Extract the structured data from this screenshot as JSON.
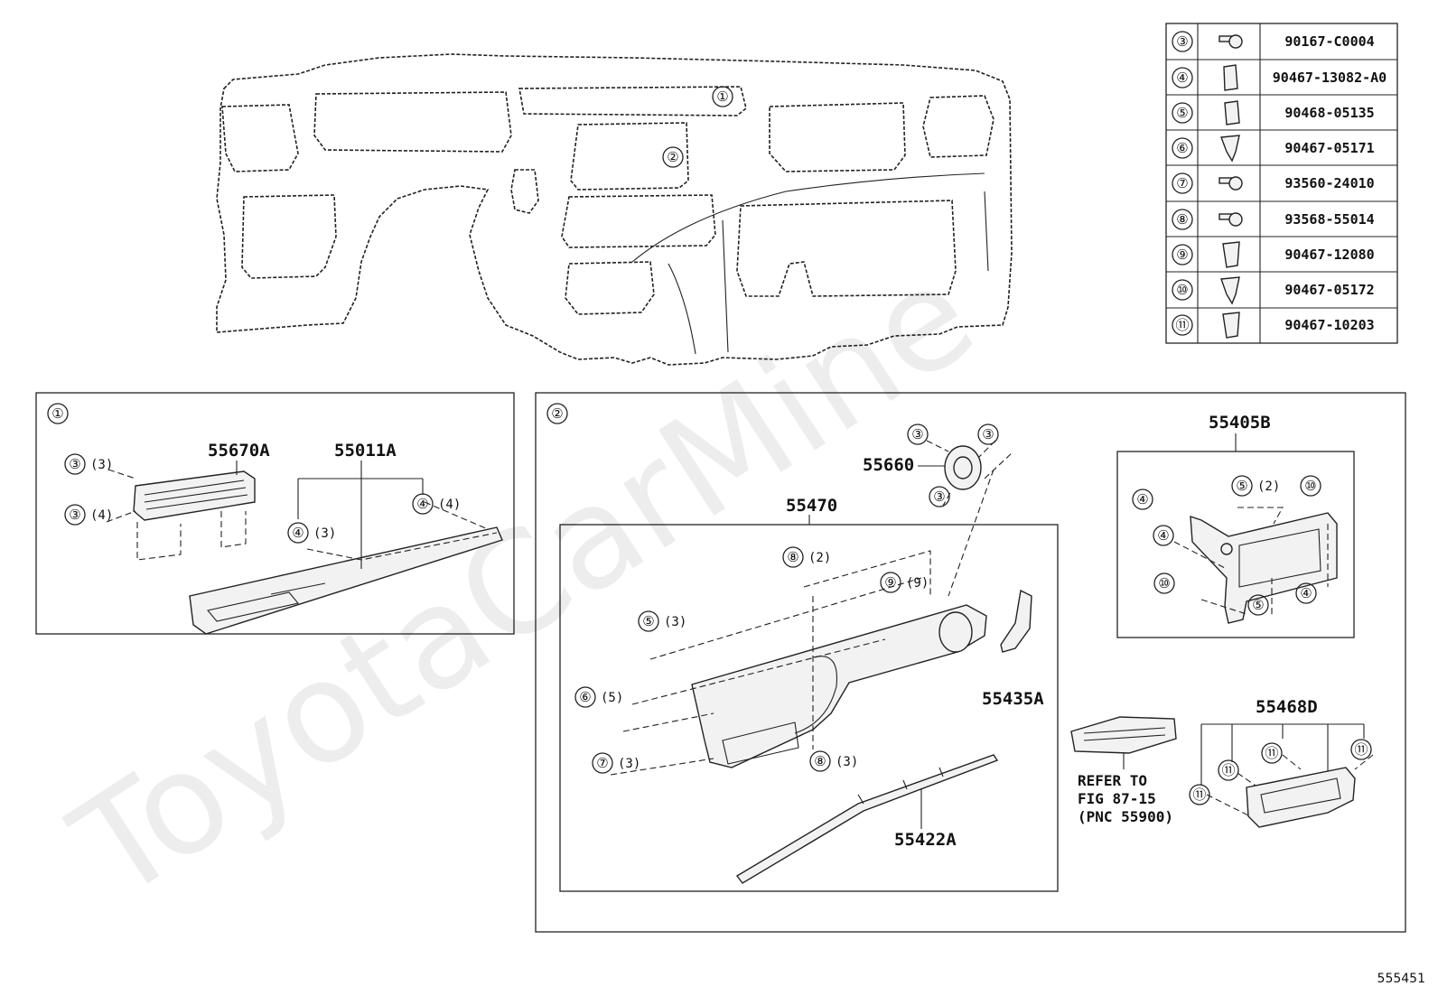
{
  "watermark": "ToyotaCarMine",
  "overview": {
    "callouts": [
      "①",
      "②"
    ]
  },
  "fastener_table": [
    {
      "num": "③",
      "part": "90167-C0004"
    },
    {
      "num": "④",
      "part": "90467-13082-A0"
    },
    {
      "num": "⑤",
      "part": "90468-05135"
    },
    {
      "num": "⑥",
      "part": "90467-05171"
    },
    {
      "num": "⑦",
      "part": "93560-24010"
    },
    {
      "num": "⑧",
      "part": "93568-55014"
    },
    {
      "num": "⑨",
      "part": "90467-12080"
    },
    {
      "num": "⑩",
      "part": "90467-05172"
    },
    {
      "num": "⑪",
      "part": "90467-10203"
    }
  ],
  "section1": {
    "label": "①",
    "parts": {
      "p55670A": "55670A",
      "p55011A": "55011A"
    },
    "callouts": {
      "c1": {
        "num": "③",
        "qty": "(3)"
      },
      "c2": {
        "num": "③",
        "qty": "(4)"
      },
      "c3": {
        "num": "④",
        "qty": "(3)"
      },
      "c4": {
        "num": "④",
        "qty": "(4)"
      }
    }
  },
  "section2": {
    "label": "②",
    "parts": {
      "p55660": "55660",
      "p55470": "55470",
      "p55435A": "55435A",
      "p55422A": "55422A",
      "p55405B": "55405B",
      "p55468D": "55468D"
    },
    "callouts": {
      "a": {
        "num": "③"
      },
      "b": {
        "num": "③"
      },
      "c": {
        "num": "③"
      },
      "d": {
        "num": "⑧",
        "qty": "(2)"
      },
      "e": {
        "num": "⑨",
        "qty": "(9)"
      },
      "f": {
        "num": "⑤",
        "qty": "(3)"
      },
      "g": {
        "num": "⑥",
        "qty": "(5)"
      },
      "h": {
        "num": "⑦",
        "qty": "(3)"
      },
      "i": {
        "num": "⑧",
        "qty": "(3)"
      },
      "j": {
        "num": "④"
      },
      "k": {
        "num": "⑤",
        "qty": "(2)"
      },
      "l": {
        "num": "⑩"
      },
      "m": {
        "num": "④"
      },
      "n": {
        "num": "⑩"
      },
      "o": {
        "num": "⑤"
      },
      "p": {
        "num": "④"
      },
      "q": {
        "num": "⑪"
      },
      "r": {
        "num": "⑪"
      },
      "s": {
        "num": "⑪"
      },
      "t": {
        "num": "⑪"
      }
    },
    "refer": [
      "REFER TO",
      "FIG 87-15",
      "(PNC 55900)"
    ]
  },
  "footer_code": "555451"
}
